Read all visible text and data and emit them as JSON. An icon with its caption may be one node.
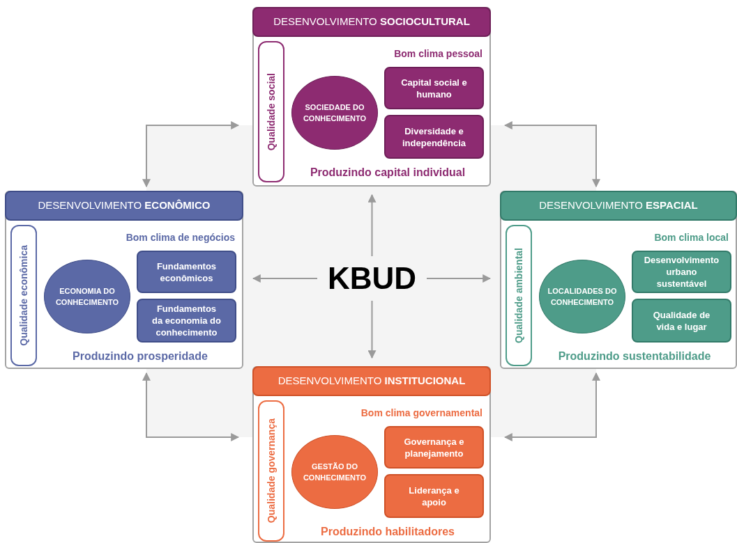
{
  "diagram": {
    "nodes": [
      {
        "text": [
          "DESENVOLVIMENTO **SOCIOCULTURAL**",
          "Bom clima pessoal",
          "Produzindo capital individual"
        ]
      },
      {
        "text": [
          "Qualidade social"
        ],
        "in": 0
      },
      {
        "text": [
          "SOCIEDADE DO CONHECIMENTO"
        ],
        "in": 0
      },
      {
        "text": [
          "Capital social e humano"
        ],
        "in": 0
      },
      {
        "text": [
          "Diversidade e independência"
        ],
        "in": 0
      },
      {
        "text": [
          "DESENVOLVIMENTO **ECONÔMICO**",
          "Bom clima de negócios",
          "Produzindo prosperidade"
        ]
      },
      {
        "text": [
          "Qualidade econômica"
        ],
        "in": 5
      },
      {
        "text": [
          "ECONOMIA DO CONHECIMENTO"
        ],
        "in": 5
      },
      {
        "text": [
          "Fundamentos econômicos"
        ],
        "in": 5
      },
      {
        "text": [
          "Fundamentos da economia do conhecimento"
        ],
        "in": 5
      },
      {
        "text": [
          "KBUD"
        ]
      },
      {
        "text": [
          "DESENVOLVIMENTO **ESPACIAL**",
          "Bom clima local",
          "Produzindo sustentabilidade"
        ]
      },
      {
        "text": [
          "Qualidade ambiental"
        ],
        "in": 11
      },
      {
        "text": [
          "LOCALIDADES DO CONHECIMENTO"
        ],
        "in": 11
      },
      {
        "text": [
          "Desenvolvimento urbano sustentável"
        ],
        "in": 11
      },
      {
        "text": [
          "Qualidade de vida e lugar"
        ],
        "in": 11
      },
      {
        "text": [
          "DESENVOLVIMENTO **INSTITUCIONAL**",
          "Bom clima governamental",
          "Produzindo habilitadores"
        ]
      },
      {
        "text": [
          "Qualidade governança"
        ],
        "in": 16
      },
      {
        "text": [
          "GESTÃO DO CONHECIMENTO"
        ],
        "in": 16
      },
      {
        "text": [
          "Governança e planejamento"
        ],
        "in": 16
      },
      {
        "text": [
          "Liderança e apoio"
        ],
        "in": 16
      }
    ],
    "edges": [
      {
        "from": 10,
        "to": 0,
        "arrow": "to"
      },
      {
        "from": 10,
        "to": 5,
        "arrow": "to"
      },
      {
        "from": 10,
        "to": 11,
        "arrow": "to"
      },
      {
        "from": 10,
        "to": 16,
        "arrow": "to"
      },
      {
        "from": 0,
        "to": 5,
        "arrow": "both"
      },
      {
        "from": 0,
        "to": 11,
        "arrow": "both"
      },
      {
        "from": 16,
        "to": 5,
        "arrow": "both"
      },
      {
        "from": 16,
        "to": 11,
        "arrow": "both"
      }
    ]
  }
}
